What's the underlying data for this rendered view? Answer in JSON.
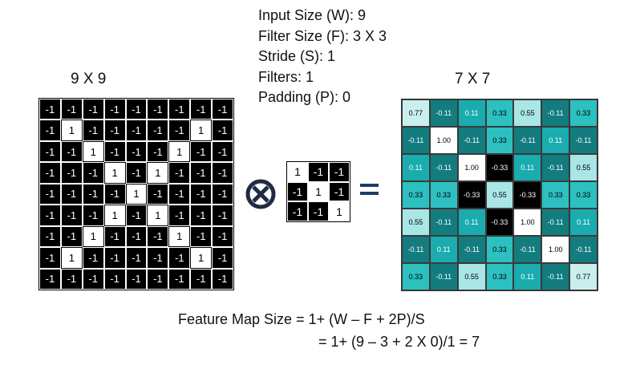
{
  "params": {
    "input_size": "Input Size (W): 9",
    "filter_size": "Filter Size (F): 3 X 3",
    "stride": "Stride (S): 1",
    "filters": "Filters: 1",
    "padding": "Padding (P): 0"
  },
  "input": {
    "title": "9 X 9",
    "matrix": [
      [
        "-1",
        "-1",
        "-1",
        "-1",
        "-1",
        "-1",
        "-1",
        "-1",
        "-1"
      ],
      [
        "-1",
        "1",
        "-1",
        "-1",
        "-1",
        "-1",
        "-1",
        "1",
        "-1"
      ],
      [
        "-1",
        "-1",
        "1",
        "-1",
        "-1",
        "-1",
        "1",
        "-1",
        "-1"
      ],
      [
        "-1",
        "-1",
        "-1",
        "1",
        "-1",
        "1",
        "-1",
        "-1",
        "-1"
      ],
      [
        "-1",
        "-1",
        "-1",
        "-1",
        "1",
        "-1",
        "-1",
        "-1",
        "-1"
      ],
      [
        "-1",
        "-1",
        "-1",
        "1",
        "-1",
        "1",
        "-1",
        "-1",
        "-1"
      ],
      [
        "-1",
        "-1",
        "1",
        "-1",
        "-1",
        "-1",
        "1",
        "-1",
        "-1"
      ],
      [
        "-1",
        "1",
        "-1",
        "-1",
        "-1",
        "-1",
        "-1",
        "1",
        "-1"
      ],
      [
        "-1",
        "-1",
        "-1",
        "-1",
        "-1",
        "-1",
        "-1",
        "-1",
        "-1"
      ]
    ]
  },
  "operator_icon": "convolution-otimes-icon",
  "filter": {
    "matrix": [
      [
        "1",
        "-1",
        "-1"
      ],
      [
        "-1",
        "1",
        "-1"
      ],
      [
        "-1",
        "-1",
        "1"
      ]
    ]
  },
  "equals_icon": "equals-icon",
  "output": {
    "title": "7 X 7",
    "matrix": [
      [
        "0.77",
        "-0.11",
        "0.11",
        "0.33",
        "0.55",
        "-0.11",
        "0.33"
      ],
      [
        "-0.11",
        "1.00",
        "-0.11",
        "0.33",
        "-0.11",
        "0.11",
        "-0.11"
      ],
      [
        "0.11",
        "-0.11",
        "1.00",
        "-0.33",
        "0.11",
        "-0.11",
        "0.55"
      ],
      [
        "0.33",
        "0.33",
        "-0.33",
        "0.55",
        "-0.33",
        "0.33",
        "0.33"
      ],
      [
        "0.55",
        "-0.11",
        "0.11",
        "-0.33",
        "1.00",
        "-0.11",
        "0.11"
      ],
      [
        "-0.11",
        "0.11",
        "-0.11",
        "0.33",
        "-0.11",
        "1.00",
        "-0.11"
      ],
      [
        "0.33",
        "-0.11",
        "0.55",
        "0.33",
        "0.11",
        "-0.11",
        "0.77"
      ]
    ]
  },
  "formula": {
    "line1": "Feature Map Size = 1+ (W – F + 2P)/S",
    "line2": "= 1+ (9 – 3 + 2 X 0)/1 = 7"
  },
  "colors": {
    "negative_cell": "#000000",
    "positive_cell": "#ffffff",
    "operator": "#1f2a44",
    "equals": "#1f3a6b",
    "heat_1.00": "#ffffff",
    "heat_0.77": "#c9efef",
    "heat_0.55": "#a9e6e6",
    "heat_0.33": "#2cc0c0",
    "heat_0.11": "#1aacae",
    "heat_-0.11": "#137c7e",
    "heat_-0.33": "#000000"
  }
}
